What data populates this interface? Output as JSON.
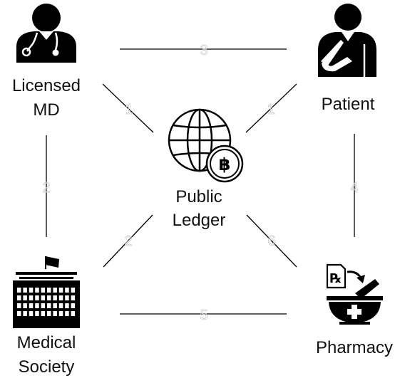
{
  "nodes": {
    "doctor": {
      "label_lines": [
        "Licensed",
        "MD"
      ],
      "icon": "doctor-stethoscope-icon"
    },
    "patient": {
      "label_lines": [
        "Patient"
      ],
      "icon": "patient-arm-sling-icon"
    },
    "ledger": {
      "label_lines": [
        "Public",
        "Ledger"
      ],
      "icon": "globe-baht-coin-icon"
    },
    "society": {
      "label_lines": [
        "Medical",
        "Society"
      ],
      "icon": "building-flag-icon"
    },
    "pharmacy": {
      "label_lines": [
        "Pharmacy"
      ],
      "icon": "prescription-mortar-pestle-icon"
    }
  },
  "edges": [
    {
      "id": "doctor-patient",
      "number": "3"
    },
    {
      "id": "doctor-ledger",
      "number": "1"
    },
    {
      "id": "patient-ledger",
      "number": "1"
    },
    {
      "id": "doctor-society",
      "number": "2"
    },
    {
      "id": "patient-pharmacy",
      "number": "4"
    },
    {
      "id": "society-ledger",
      "number": "2"
    },
    {
      "id": "ledger-pharmacy",
      "number": "6"
    },
    {
      "id": "society-pharmacy",
      "number": "5"
    }
  ],
  "icons": {
    "coin_symbol": "฿",
    "rx_symbol": "℞"
  },
  "colors": {
    "ink": "#000000",
    "faint_number": "#d4d4d4",
    "background": "#ffffff"
  }
}
